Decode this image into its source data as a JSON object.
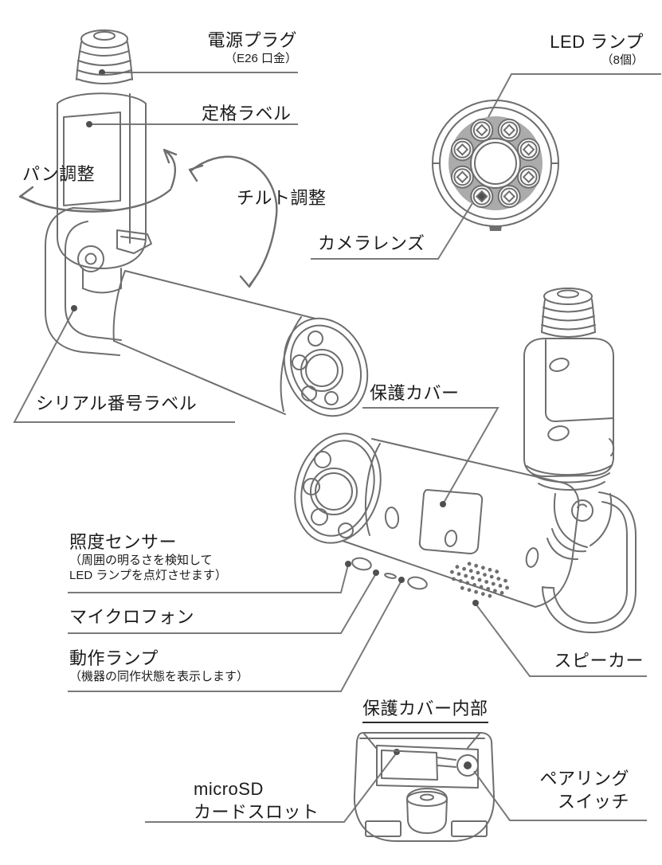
{
  "figure": {
    "title_hint": "device-part-diagram",
    "labels": {
      "power_plug": {
        "text": "電源プラグ",
        "note": "（E26 口金）"
      },
      "rating_label": {
        "text": "定格ラベル"
      },
      "led_lamp": {
        "text": "LED ランプ",
        "note": "（8個）"
      },
      "pan_adjust": {
        "text": "パン調整"
      },
      "tilt_adjust": {
        "text": "チルト調整"
      },
      "camera_lens": {
        "text": "カメラレンズ"
      },
      "serial_label": {
        "text": "シリアル番号ラベル"
      },
      "protective_cover": {
        "text": "保護カバー"
      },
      "illuminance_sensor": {
        "text": "照度センサー",
        "note_line1": "（周囲の明るさを検知して",
        "note_line2": "LED ランプを点灯させます）"
      },
      "microphone": {
        "text": "マイクロフォン"
      },
      "operation_lamp": {
        "text": "動作ランプ",
        "note": "（機器の同作状態を表示します）"
      },
      "speaker": {
        "text": "スピーカー"
      },
      "cover_inside": {
        "text": "保護カバー内部"
      },
      "microsd": {
        "line1": "microSD",
        "line2": "カードスロット"
      },
      "pairing_switch": {
        "line1": "ペアリング",
        "line2": "スイッチ"
      }
    },
    "colors": {
      "line_art": "#6e6e6e",
      "leader": "#7a7a7a",
      "text": "#1b1b1b",
      "dot": "#4f4f4f",
      "led_ring_fill": "#ababab"
    }
  }
}
